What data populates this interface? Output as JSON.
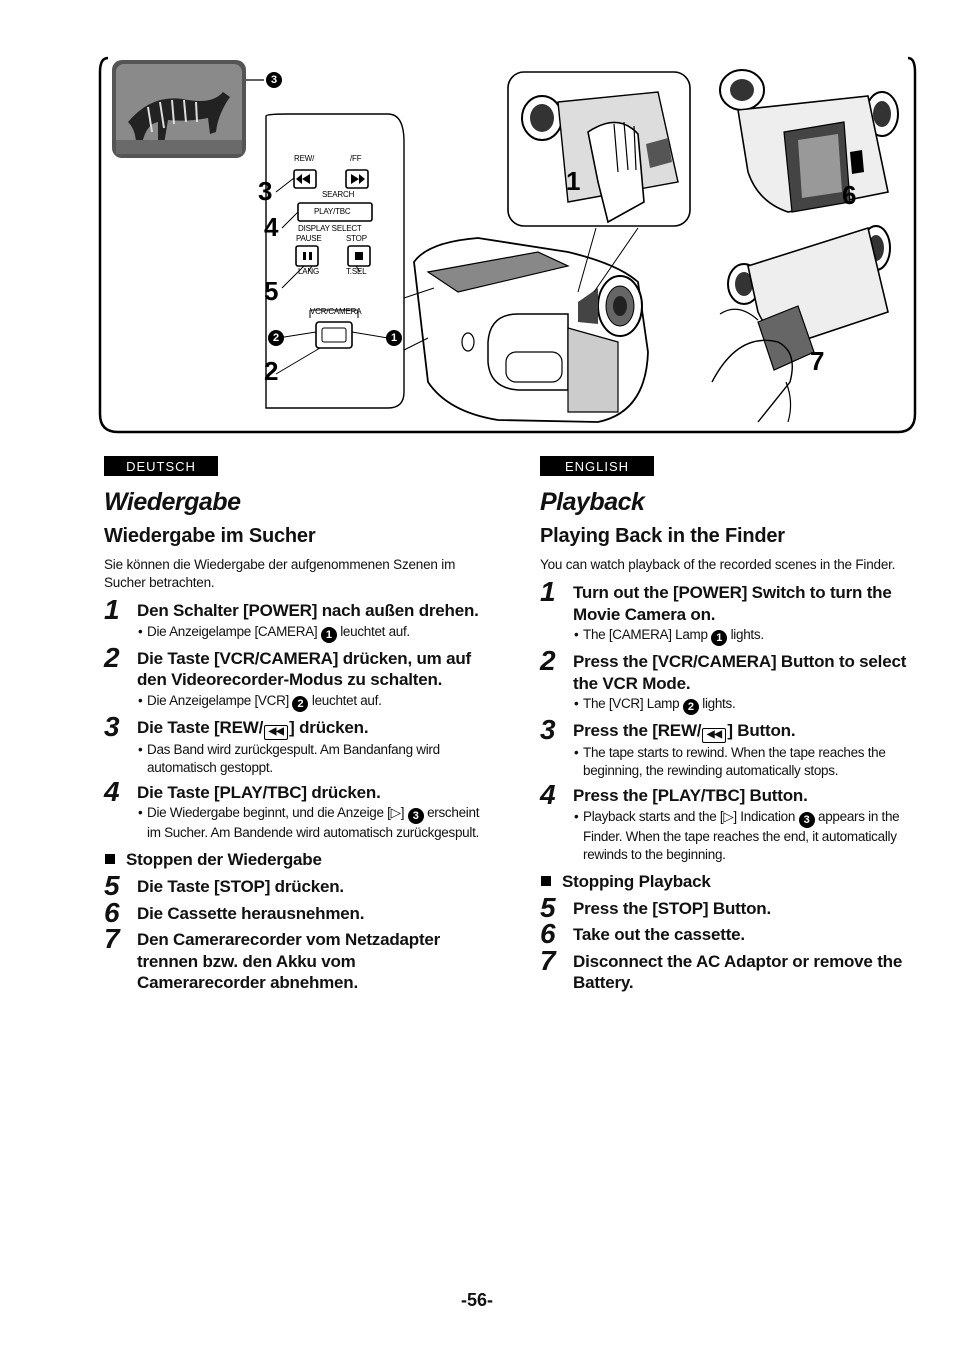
{
  "illustration": {
    "remote_labels": {
      "rew": "REW/",
      "ff": "/FF",
      "search": "SEARCH",
      "playtbc": "PLAY/TBC",
      "display_select": "DISPLAY SELECT",
      "pause": "PAUSE",
      "stop": "STOP",
      "lang": "LANG",
      "tsel": "T.SEL",
      "vcr_camera": "VCR/CAMERA"
    },
    "step_markers": {
      "s3": "3",
      "s4": "4",
      "s5": "5",
      "s2": "2",
      "s1": "1",
      "s6": "6",
      "s7": "7"
    },
    "circle_markers": {
      "c1": "1",
      "c2": "2",
      "c3": "3"
    }
  },
  "deutsch": {
    "lang_tag": "DEUTSCH",
    "title": "Wiedergabe",
    "subtitle": "Wiedergabe im Sucher",
    "intro": "Sie können die Wiedergabe der aufgenommenen Szenen im Sucher betrachten.",
    "steps": [
      {
        "num": "1",
        "text": "Den Schalter [POWER] nach außen drehen.",
        "note_pre": "Die Anzeigelampe [CAMERA] ",
        "note_circ": "1",
        "note_post": " leuchtet auf."
      },
      {
        "num": "2",
        "text": "Die Taste [VCR/CAMERA] drücken, um auf den Videorecorder-Modus zu schalten.",
        "note_pre": "Die Anzeigelampe [VCR] ",
        "note_circ": "2",
        "note_post": " leuchtet auf."
      },
      {
        "num": "3",
        "text_pre": "Die Taste [REW/",
        "text_post": "] drücken.",
        "note": "Das Band wird zurückgespult. Am Bandanfang wird automatisch gestoppt."
      },
      {
        "num": "4",
        "text": "Die Taste [PLAY/TBC] drücken.",
        "note_pre": "Die Wiedergabe beginnt, und die Anzeige [▷] ",
        "note_circ": "3",
        "note_post": " erscheint im Sucher. Am Bandende wird automatisch zurückgespult."
      }
    ],
    "stop_heading": "Stoppen der Wiedergabe",
    "stop_steps": [
      {
        "num": "5",
        "text": "Die Taste [STOP] drücken."
      },
      {
        "num": "6",
        "text": "Die Cassette herausnehmen."
      },
      {
        "num": "7",
        "text": "Den Camerarecorder vom Netzadapter trennen bzw. den Akku vom Camerarecorder abnehmen."
      }
    ]
  },
  "english": {
    "lang_tag": "ENGLISH",
    "title": "Playback",
    "subtitle": "Playing Back in the Finder",
    "intro": "You can watch playback of the recorded scenes in the Finder.",
    "steps": [
      {
        "num": "1",
        "text": "Turn out the [POWER] Switch to turn the Movie Camera on.",
        "note_pre": "The [CAMERA] Lamp ",
        "note_circ": "1",
        "note_post": " lights."
      },
      {
        "num": "2",
        "text": "Press the [VCR/CAMERA] Button to select the VCR Mode.",
        "note_pre": "The [VCR] Lamp ",
        "note_circ": "2",
        "note_post": " lights."
      },
      {
        "num": "3",
        "text_pre": "Press the [REW/",
        "text_post": "] Button.",
        "note": "The tape starts to rewind. When the tape reaches the beginning, the rewinding automatically stops."
      },
      {
        "num": "4",
        "text": "Press the [PLAY/TBC] Button.",
        "note_pre": "Playback starts and the [▷] Indication ",
        "note_circ": "3",
        "note_post": " appears in the Finder. When the tape reaches the end, it automatically rewinds to the beginning."
      }
    ],
    "stop_heading": "Stopping Playback",
    "stop_steps": [
      {
        "num": "5",
        "text": "Press the [STOP] Button."
      },
      {
        "num": "6",
        "text": "Take out the cassette."
      },
      {
        "num": "7",
        "text": "Disconnect the AC Adaptor or remove the Battery."
      }
    ]
  },
  "page_number": "-56-",
  "icons": {
    "rewind": "rewind-icon",
    "bullet": "•"
  }
}
